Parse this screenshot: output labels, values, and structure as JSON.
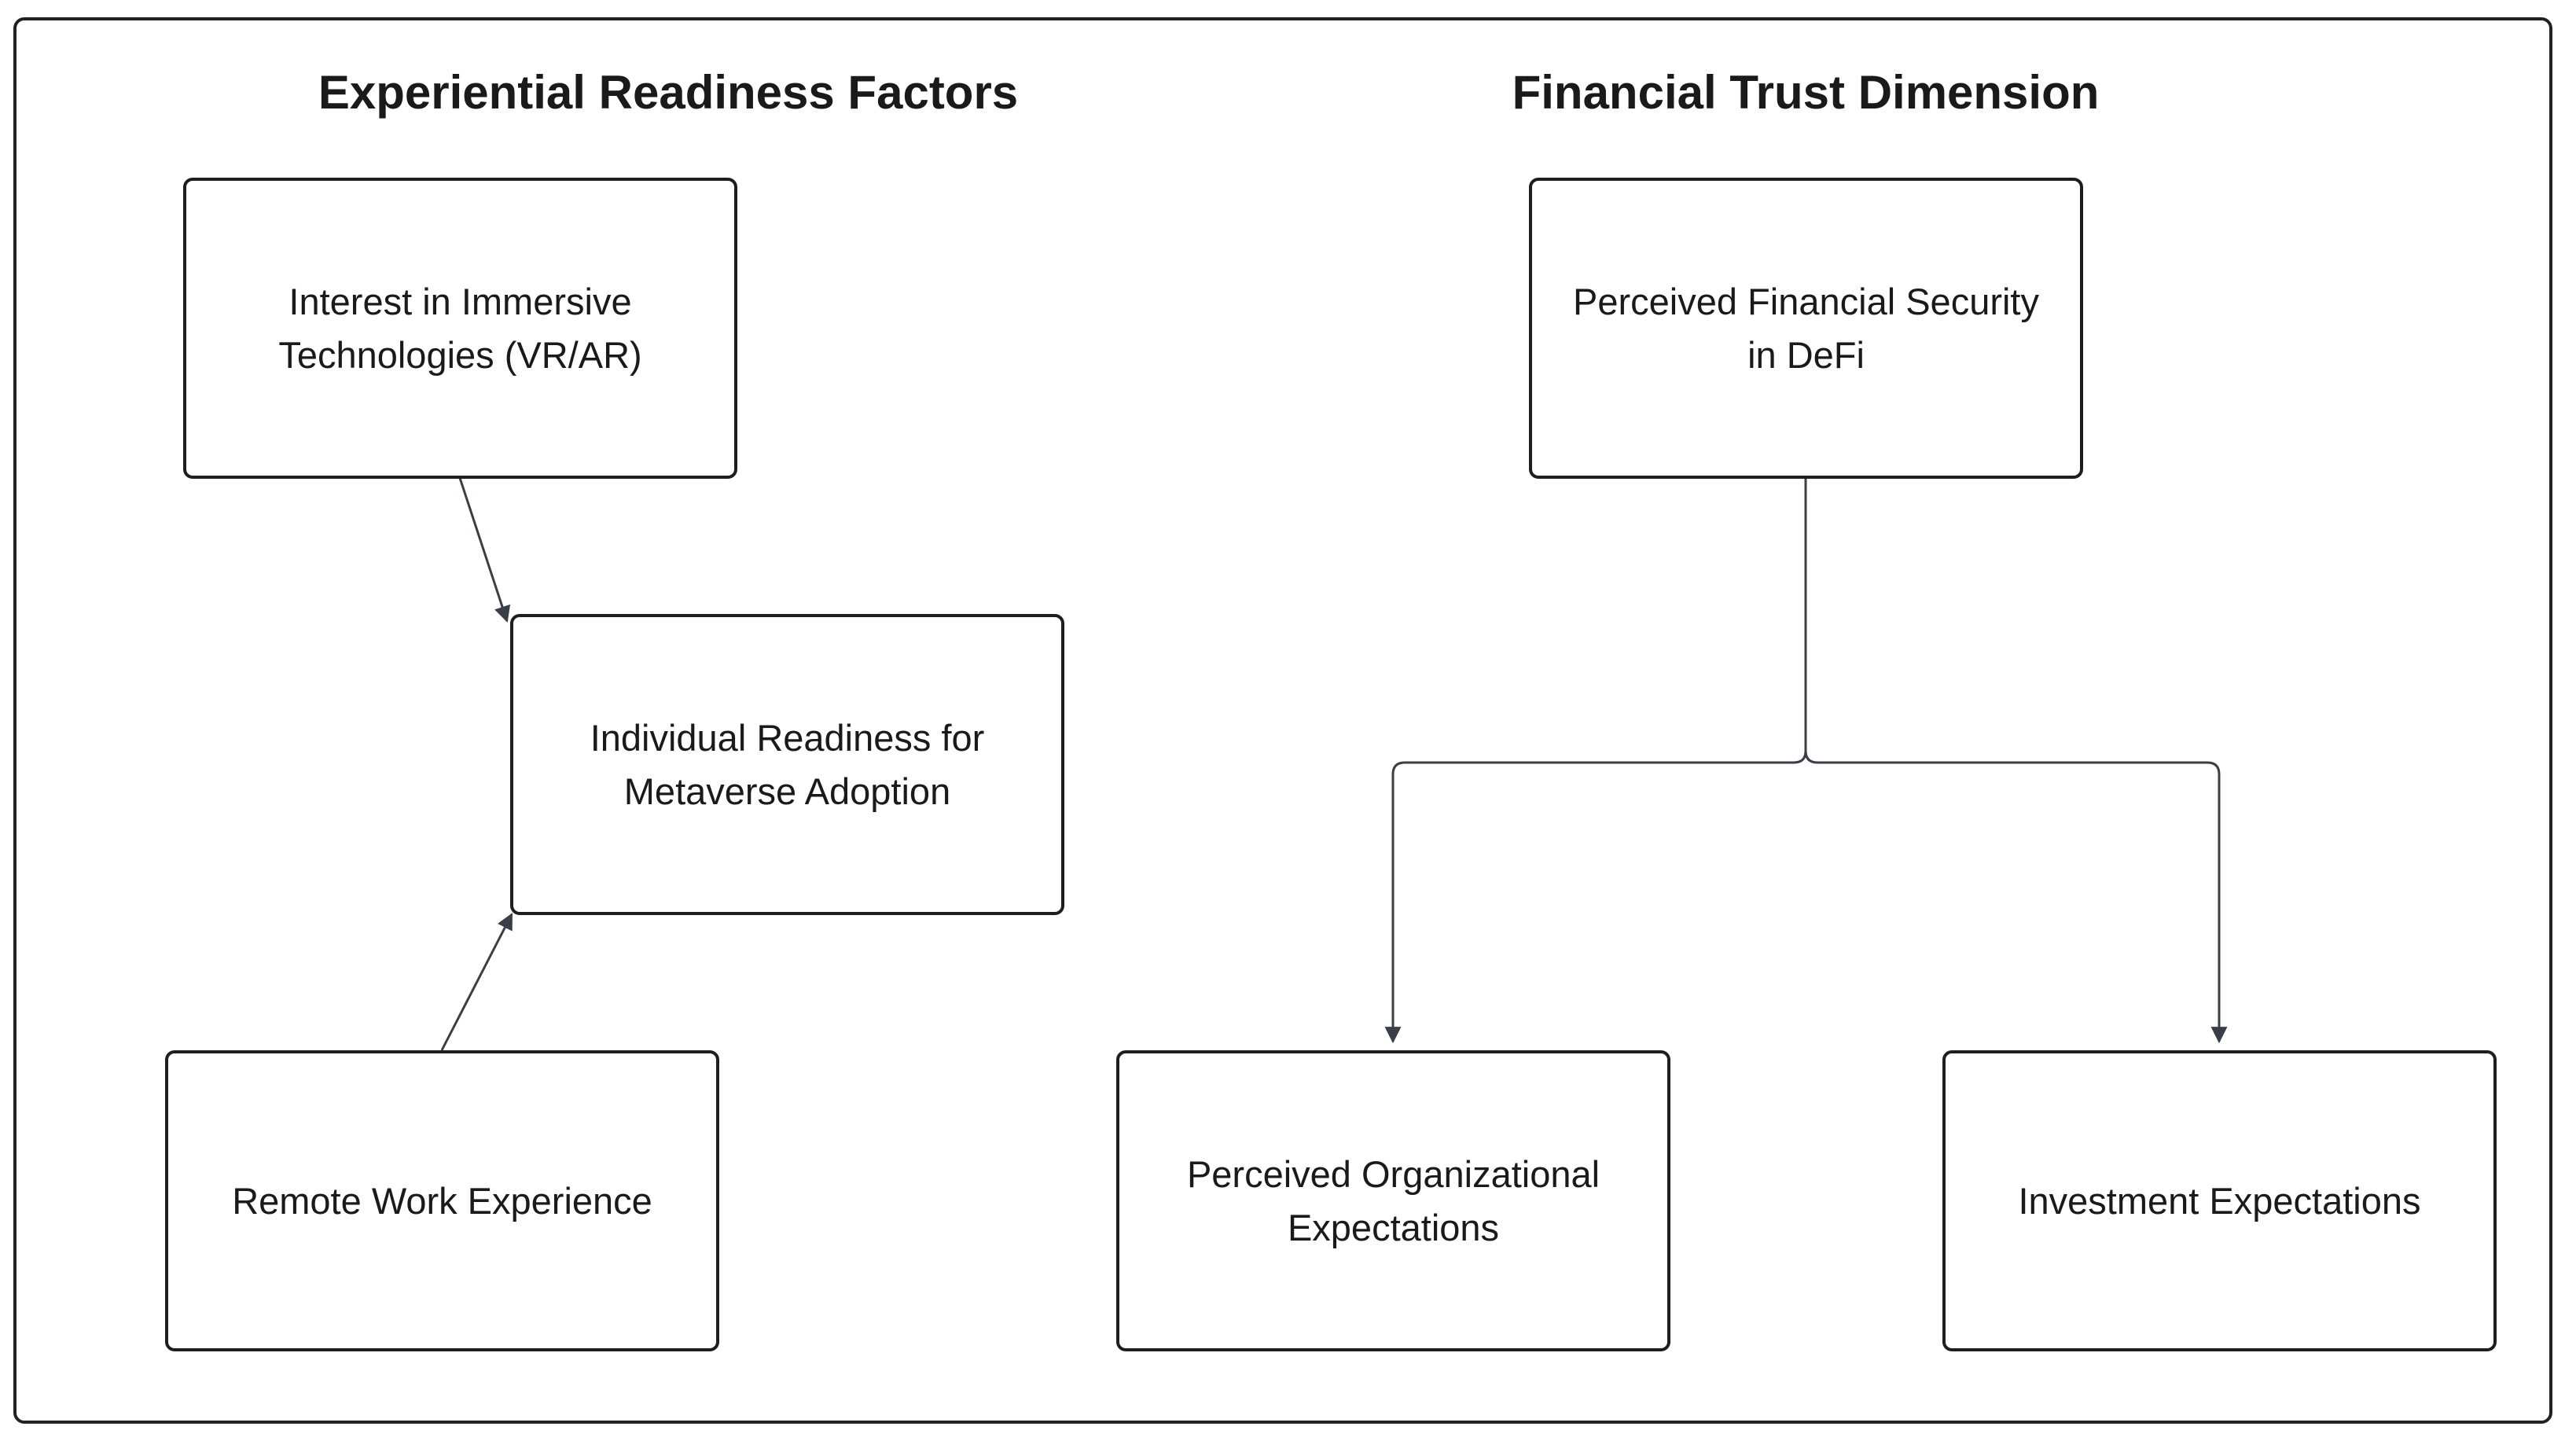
{
  "titles": {
    "left": "Experiential Readiness Factors",
    "right": "Financial Trust Dimension"
  },
  "nodes": {
    "interest_immersive": "Interest in Immersive Technologies (VR/AR)",
    "individual_readiness": "Individual Readiness for Metaverse Adoption",
    "remote_work": "Remote Work Experience",
    "financial_security": "Perceived Financial Security in DeFi",
    "org_expectations": "Perceived Organizational Expectations",
    "investment_expectations": "Investment Expectations"
  },
  "colors": {
    "border": "#1e1e1e",
    "edge": "#3a3f47",
    "arrowhead": "#3a3f47"
  }
}
